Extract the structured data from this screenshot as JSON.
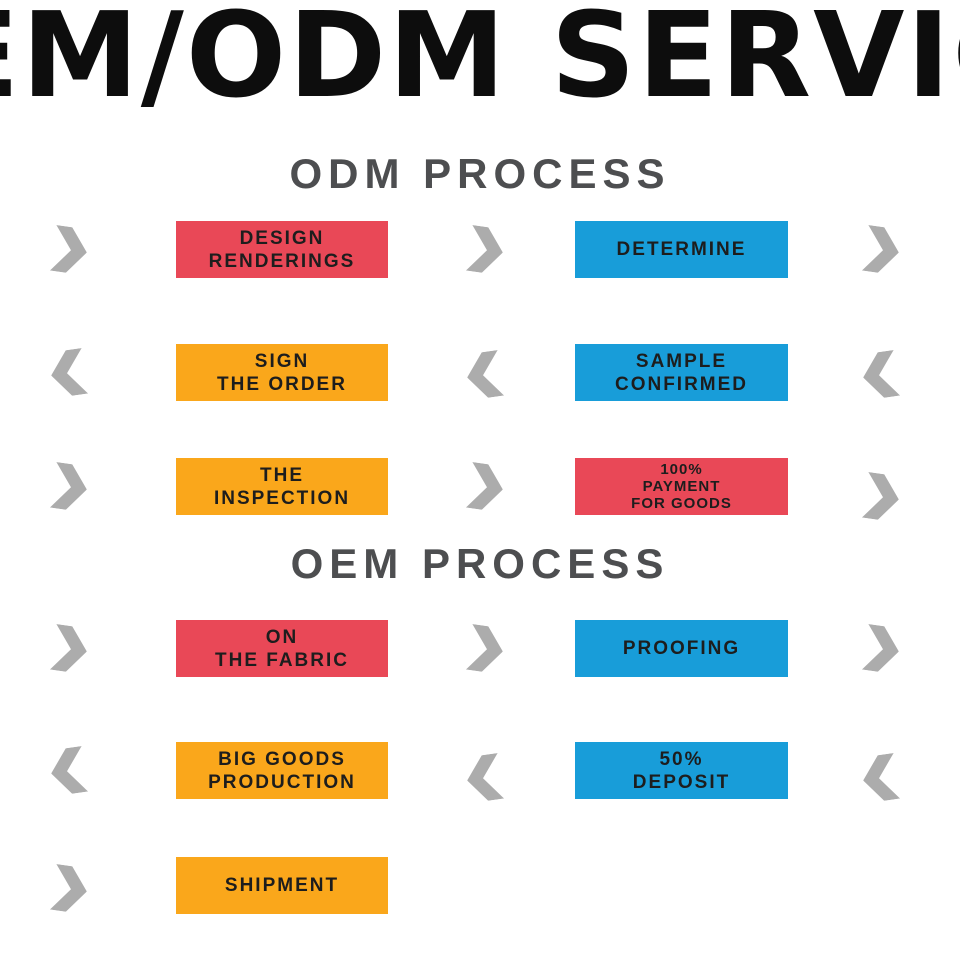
{
  "title": "OEM/ODM SERVICE",
  "colors": {
    "red": "#E94857",
    "orange": "#FAA71B",
    "blue": "#189DD9",
    "chevron_gray": "#ACACAC",
    "heading_gray": "#4D4E50",
    "title_black": "#0D0D0D",
    "box_text": "#1D1D1D",
    "background": "#FFFFFF"
  },
  "sections": [
    {
      "heading": "ODM PROCESS",
      "steps": [
        {
          "label": "DESIGN RENDERINGS",
          "color": "red",
          "lines": [
            "DESIGN",
            "RENDERINGS"
          ]
        },
        {
          "label": "DETERMINE",
          "color": "blue",
          "lines": [
            "DETERMINE"
          ]
        },
        {
          "label": "SIGN THE ORDER",
          "color": "orange",
          "lines": [
            "SIGN",
            "THE ORDER"
          ]
        },
        {
          "label": "SAMPLE CONFIRMED",
          "color": "blue",
          "lines": [
            "SAMPLE",
            "CONFIRMED"
          ]
        },
        {
          "label": "THE INSPECTION",
          "color": "orange",
          "lines": [
            "THE",
            "INSPECTION"
          ]
        },
        {
          "label": "100% PAYMENT FOR GOODS",
          "color": "red",
          "lines": [
            "100%",
            "PAYMENT",
            "FOR GOODS"
          ]
        }
      ]
    },
    {
      "heading": "OEM PROCESS",
      "steps": [
        {
          "label": "ON THE FABRIC",
          "color": "red",
          "lines": [
            "ON",
            "THE FABRIC"
          ]
        },
        {
          "label": "PROOFING",
          "color": "blue",
          "lines": [
            "PROOFING"
          ]
        },
        {
          "label": "BIG GOODS PRODUCTION",
          "color": "orange",
          "lines": [
            "BIG GOODS",
            "PRODUCTION"
          ]
        },
        {
          "label": "50% DEPOSIT",
          "color": "blue",
          "lines": [
            "50%",
            "DEPOSIT"
          ]
        },
        {
          "label": "SHIPMENT",
          "color": "orange",
          "lines": [
            "SHIPMENT"
          ]
        }
      ]
    }
  ]
}
